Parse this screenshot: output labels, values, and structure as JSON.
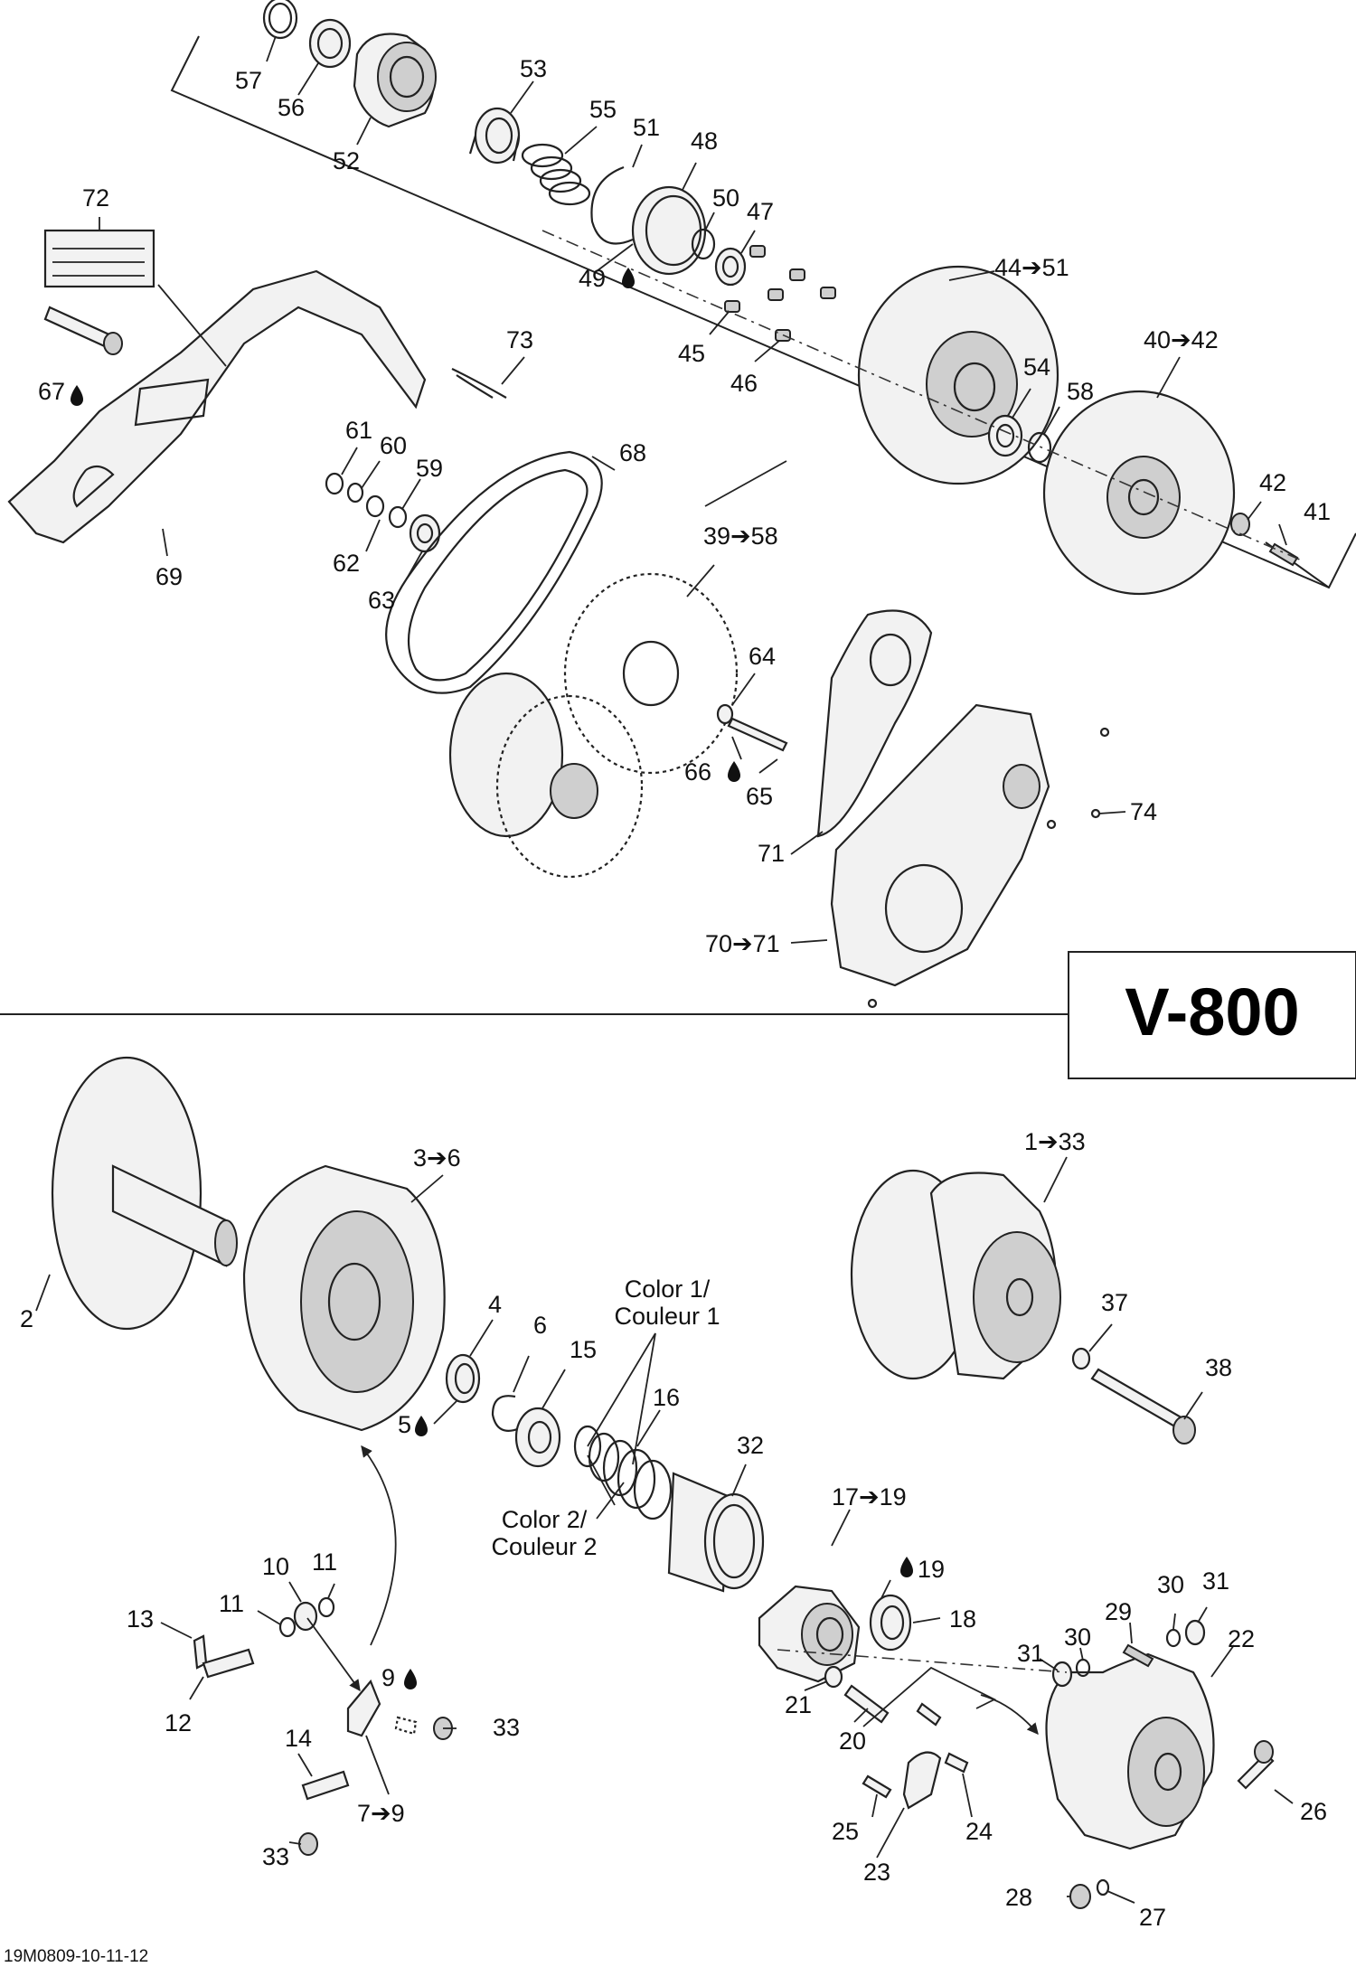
{
  "model_label": "V-800",
  "reference_code": "19M0809-10-11-12",
  "color_notes": {
    "color1_line1": "Color 1/",
    "color1_line2": "Couleur 1",
    "color2_line1": "Color 2/",
    "color2_line2": "Couleur 2"
  },
  "callouts": {
    "c57": "57",
    "c56": "56",
    "c52": "52",
    "c53": "53",
    "c55": "55",
    "c51": "51",
    "c48": "48",
    "c50": "50",
    "c47": "47",
    "c49": "49",
    "c45": "45",
    "c46": "46",
    "c44": "44➔51",
    "c40": "40➔42",
    "c54": "54",
    "c58": "58",
    "c42": "42",
    "c41": "41",
    "c72": "72",
    "c67": "67",
    "c73": "73",
    "c61": "61",
    "c60": "60",
    "c59": "59",
    "c62": "62",
    "c63": "63",
    "c69": "69",
    "c68": "68",
    "c39": "39➔58",
    "c64": "64",
    "c66": "66",
    "c65": "65",
    "c74": "74",
    "c71": "71",
    "c70": "70➔71",
    "c36": "3➔6",
    "c133": "1➔33",
    "c2": "2",
    "c4": "4",
    "c6": "6",
    "c15": "15",
    "c5": "5",
    "c16": "16",
    "c37": "37",
    "c38": "38",
    "c32": "32",
    "c1719": "17➔19",
    "c19": "19",
    "c18": "18",
    "c10": "10",
    "c11a": "11",
    "c11b": "11",
    "c13": "13",
    "c12": "12",
    "c9": "9",
    "c33a": "33",
    "c14": "14",
    "c79": "7➔9",
    "c33b": "33",
    "c29": "29",
    "c30a": "30",
    "c31a": "31",
    "c22": "22",
    "c31b": "31",
    "c30b": "30",
    "c21": "21",
    "c20": "20",
    "c25": "25",
    "c24": "24",
    "c23": "23",
    "c26": "26",
    "c28": "28",
    "c27": "27"
  }
}
